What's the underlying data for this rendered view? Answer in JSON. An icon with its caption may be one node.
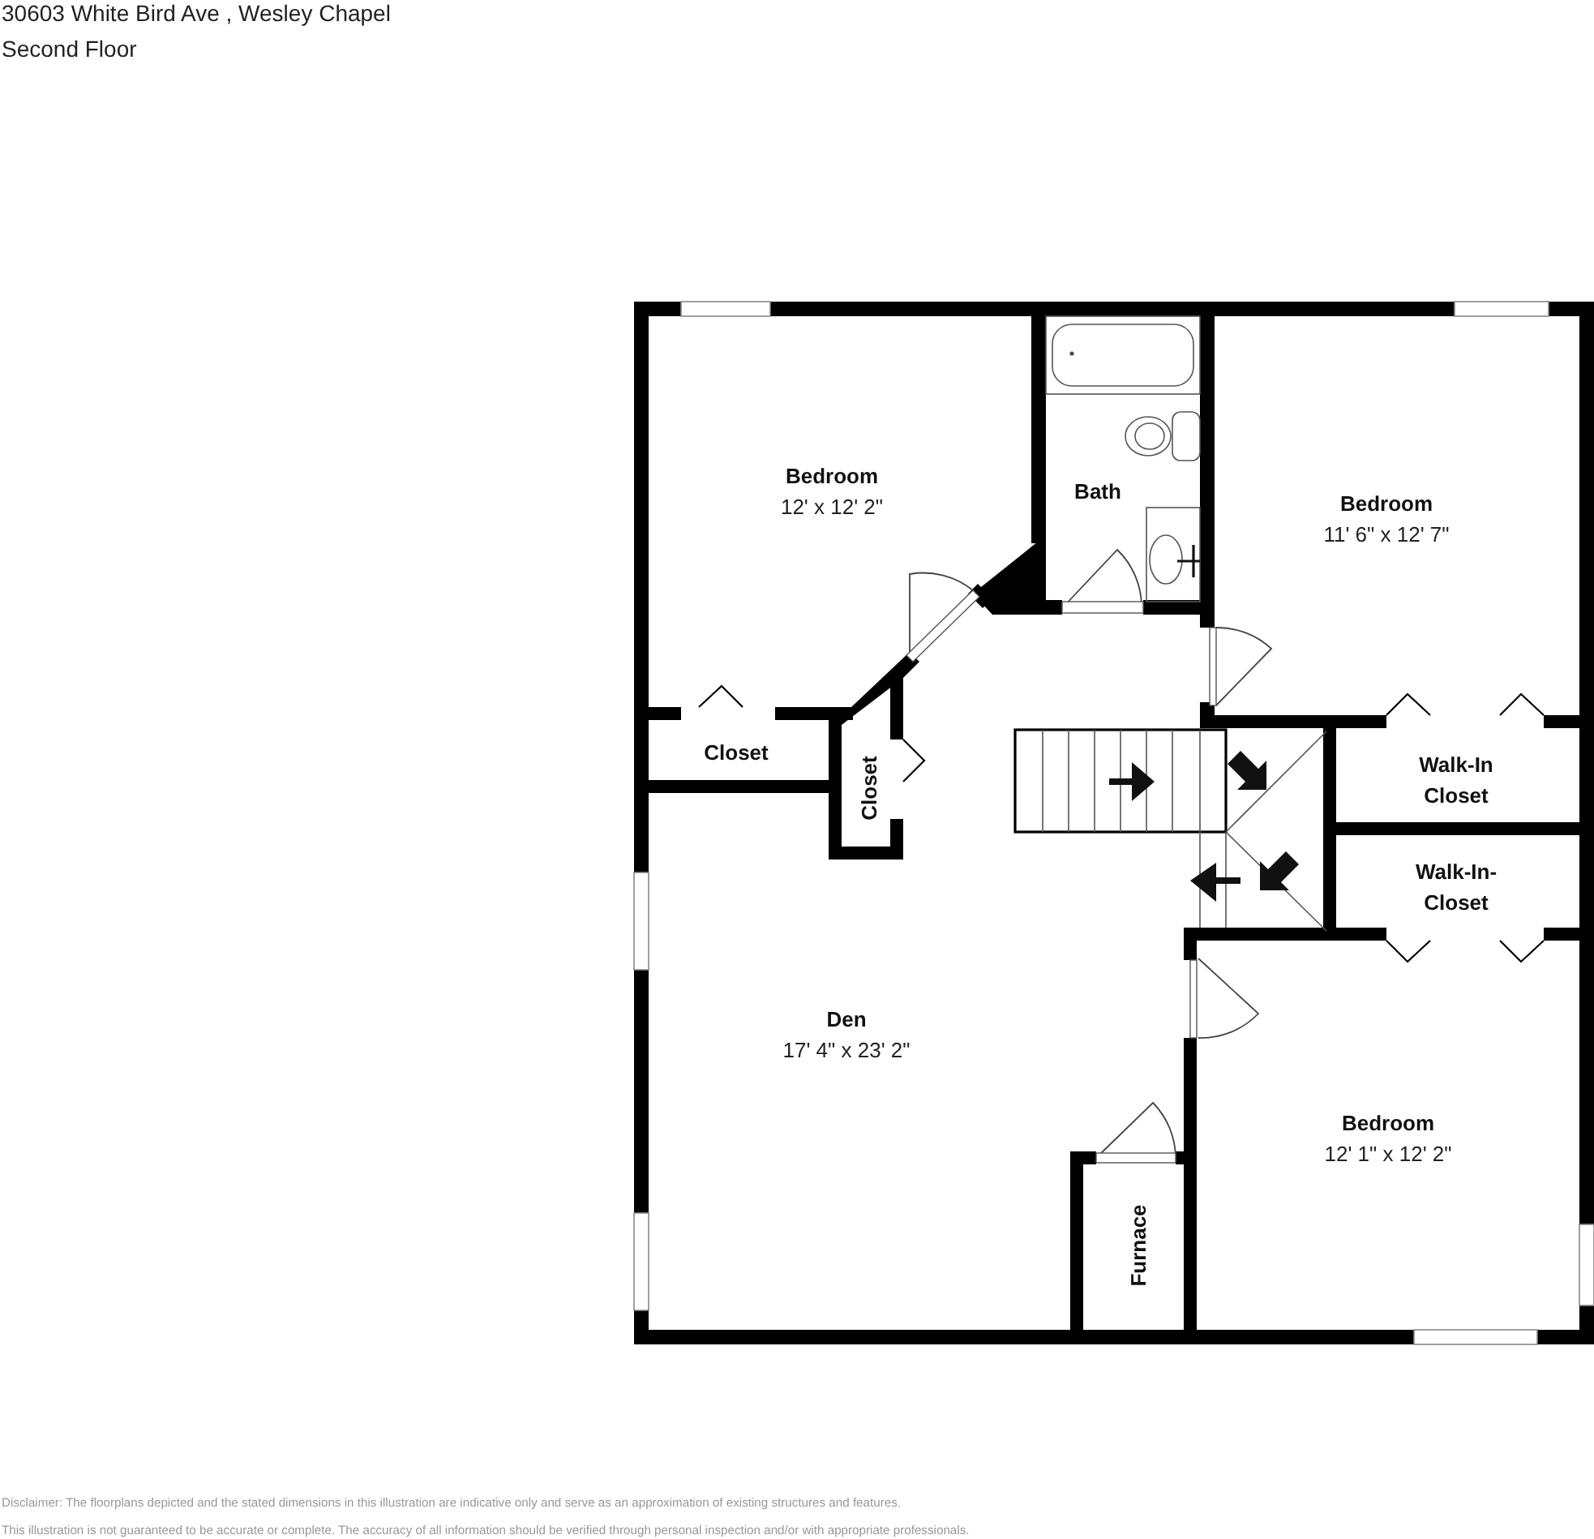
{
  "diagram": {
    "title": "30603 White Bird Ave , Wesley Chapel",
    "nodes": [
      {
        "text": [
          "Bedroom",
          "12' x 12' 2\""
        ]
      },
      {
        "text": [
          "Bath"
        ]
      },
      {
        "text": [
          "Bedroom",
          "11' 6\" x 12' 7\""
        ]
      },
      {
        "text": [
          "Closet"
        ]
      },
      {
        "text": [
          "Closet"
        ]
      },
      {
        "text": [
          "Walk-In Closet"
        ]
      },
      {
        "text": [
          "Walk-In- Closet"
        ]
      },
      {
        "text": [
          "Den",
          "17' 4\" x 23' 2\""
        ]
      },
      {
        "text": [
          "Bedroom",
          "12' 1\" x 12' 2\""
        ]
      },
      {
        "text": [
          "Furnace"
        ]
      }
    ],
    "labels": [
      "Second Floor",
      "Disclaimer: The floorplans depicted and the stated dimensions in this illustration are indicative only and serve as an approximation of existing structures and features.",
      "This illustration is not guaranteed to be accurate or complete. The accuracy of all information should be verified through personal inspection and/or with appropriate professionals."
    ]
  }
}
